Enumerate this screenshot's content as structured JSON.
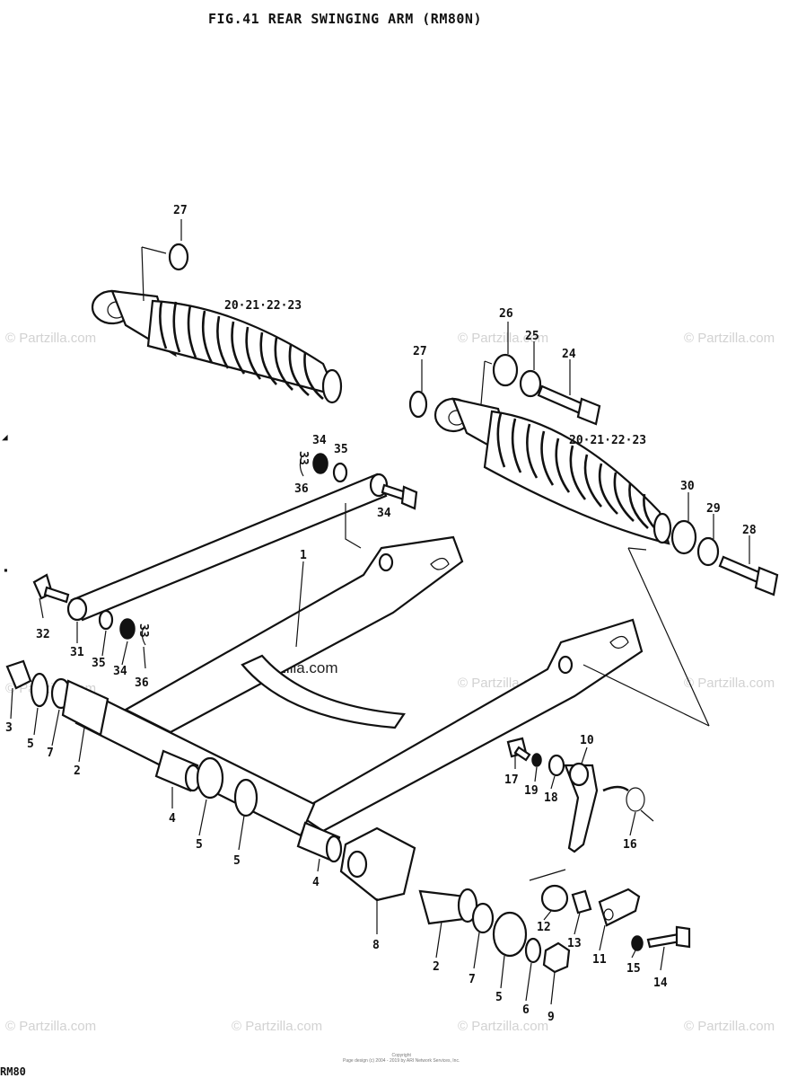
{
  "title": "FIG.41  REAR SWINGING ARM (RM80N)",
  "watermark": "© Partzilla.com",
  "footer": {
    "copyright_line1": "Copyright",
    "copyright_line2": "Page design (c) 2004 - 2019 by ARI Network Services, Inc.",
    "model_code": "RM80"
  },
  "callouts": {
    "c27a": "27",
    "c2023a": "20·21·22·23",
    "c26": "26",
    "c25": "25",
    "c24": "24",
    "c27b": "27",
    "c2023b": "20·21·22·23",
    "c30": "30",
    "c29": "29",
    "c28": "28",
    "c34a": "34",
    "c35a": "35",
    "c33a": "33",
    "c36a": "36",
    "c34b": "34",
    "c32": "32",
    "c31": "31",
    "c35b": "35",
    "c34c": "34",
    "c33b": "33",
    "c36b": "36",
    "c1": "1",
    "c3": "3",
    "c5a": "5",
    "c7a": "7",
    "c2a": "2",
    "c4a": "4",
    "c5b": "5",
    "c5c": "5",
    "c4b": "4",
    "c8": "8",
    "c2b": "2",
    "c7b": "7",
    "c5d": "5",
    "c6": "6",
    "c9": "9",
    "c10": "10",
    "c17": "17",
    "c19": "19",
    "c18": "18",
    "c16": "16",
    "c12": "12",
    "c13": "13",
    "c11": "11",
    "c15": "15",
    "c14": "14"
  }
}
